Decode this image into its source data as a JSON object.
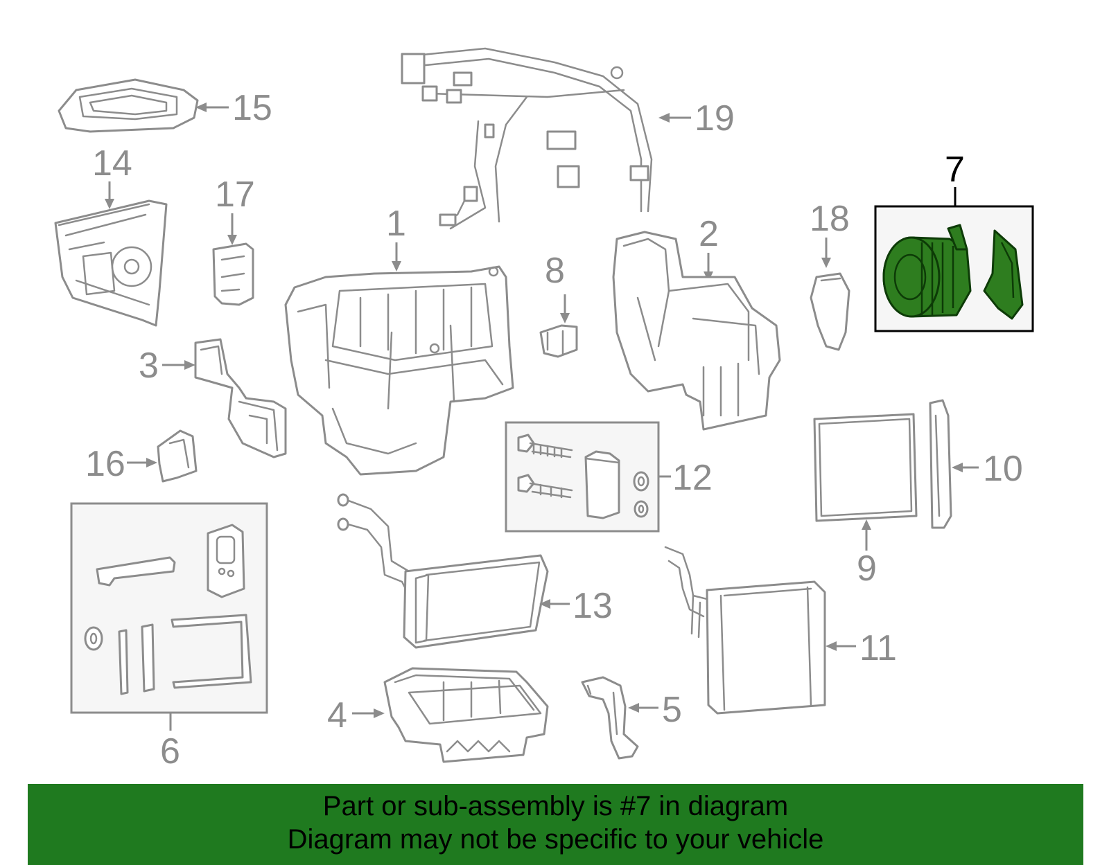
{
  "callouts": {
    "c1": "1",
    "c2": "2",
    "c3": "3",
    "c4": "4",
    "c5": "5",
    "c6": "6",
    "c7": "7",
    "c8": "8",
    "c9": "9",
    "c10": "10",
    "c11": "11",
    "c12": "12",
    "c13": "13",
    "c14": "14",
    "c15": "15",
    "c16": "16",
    "c17": "17",
    "c18": "18",
    "c19": "19"
  },
  "highlight": {
    "part": "7",
    "color": "#2e7d1f",
    "banner_color": "#1f7a1f"
  },
  "banner": {
    "line1": "Part or sub-assembly is #7 in diagram",
    "line2": "Diagram may not be specific to your vehicle"
  }
}
